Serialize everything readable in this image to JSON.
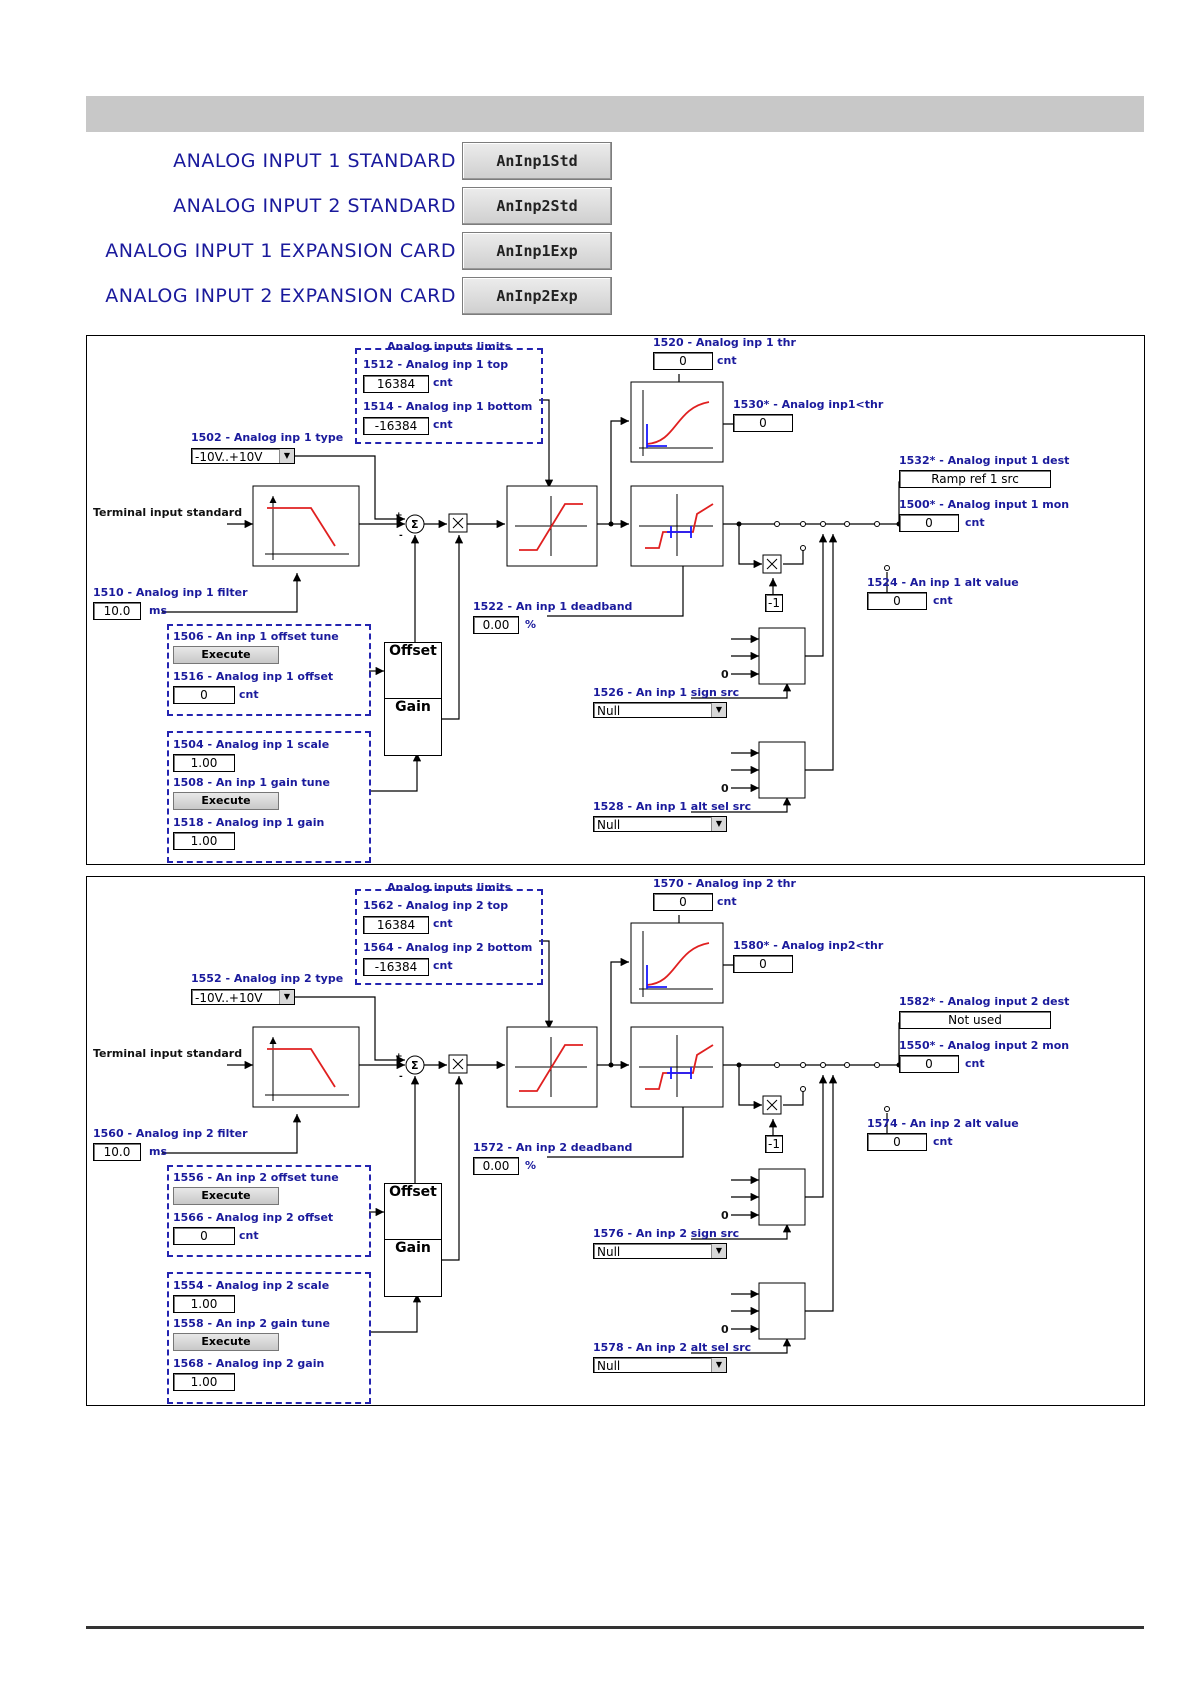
{
  "nav": [
    {
      "label": "ANALOG INPUT 1 STANDARD",
      "button": "AnInp1Std"
    },
    {
      "label": "ANALOG INPUT 2 STANDARD",
      "button": "AnInp2Std"
    },
    {
      "label": "ANALOG INPUT 1 EXPANSION CARD",
      "button": "AnInp1Exp"
    },
    {
      "label": "ANALOG INPUT 2 EXPANSION CARD",
      "button": "AnInp2Exp"
    }
  ],
  "colors": {
    "signal_line": "#000000",
    "curve": "#e02020",
    "deadband": "#1a1aff",
    "label": "#1a1a9c",
    "dashed_border": "#2424b0"
  },
  "panels": [
    {
      "limits_title": "Analog inputs limits",
      "top_label": "1512 - Analog inp 1 top",
      "top_value": "16384",
      "top_unit": "cnt",
      "bottom_label": "1514 - Analog inp 1 bottom",
      "bottom_value": "-16384",
      "bottom_unit": "cnt",
      "type_label": "1502 - Analog inp 1 type",
      "type_value": "-10V..+10V",
      "terminal_label": "Terminal input standard",
      "filter_label": "1510 - Analog inp 1 filter",
      "filter_value": "10.0",
      "filter_unit": "ms",
      "offset_tune_label": "1506 - An inp 1 offset tune",
      "execute": "Execute",
      "offset_label": "1516 - Analog inp 1 offset",
      "offset_value": "0",
      "offset_unit": "cnt",
      "scale_label": "1504 - Analog inp 1 scale",
      "scale_value": "1.00",
      "gain_tune_label": "1508 - An inp 1 gain tune",
      "gain_label": "1518 - Analog inp 1 gain",
      "gain_value": "1.00",
      "offset_block": "Offset",
      "gain_block": "Gain",
      "sigma": "Σ",
      "plus": "+",
      "minus": "-",
      "deadband_label": "1522 - An inp 1 deadband",
      "deadband_value": "0.00",
      "deadband_unit": "%",
      "thr_label": "1520 - Analog inp 1 thr",
      "thr_value": "0",
      "thr_unit": "cnt",
      "thr_out_label": "1530* - Analog inp1<thr",
      "thr_out_value": "0",
      "dest_label": "1532* - Analog input 1 dest",
      "dest_value": "Ramp ref 1 src",
      "mon_label": "1500* - Analog input 1 mon",
      "mon_value": "0",
      "mon_unit": "cnt",
      "alt_label": "1524 - An inp 1 alt value",
      "alt_value": "0",
      "alt_unit": "cnt",
      "neg_one": "-1",
      "zero": "0",
      "sign_src_label": "1526 - An inp 1 sign src",
      "sign_src_value": "Null",
      "alt_sel_label": "1528 - An inp 1 alt sel src",
      "alt_sel_value": "Null"
    },
    {
      "limits_title": "Analog inputs limits",
      "top_label": "1562 - Analog inp 2 top",
      "top_value": "16384",
      "top_unit": "cnt",
      "bottom_label": "1564 - Analog inp 2 bottom",
      "bottom_value": "-16384",
      "bottom_unit": "cnt",
      "type_label": "1552 - Analog inp 2 type",
      "type_value": "-10V..+10V",
      "terminal_label": "Terminal input standard",
      "filter_label": "1560 - Analog inp 2 filter",
      "filter_value": "10.0",
      "filter_unit": "ms",
      "offset_tune_label": "1556 - An inp 2 offset tune",
      "execute": "Execute",
      "offset_label": "1566 - Analog inp 2 offset",
      "offset_value": "0",
      "offset_unit": "cnt",
      "scale_label": "1554 - Analog inp 2 scale",
      "scale_value": "1.00",
      "gain_tune_label": "1558 - An inp 2 gain tune",
      "gain_label": "1568 - Analog inp 2 gain",
      "gain_value": "1.00",
      "offset_block": "Offset",
      "gain_block": "Gain",
      "sigma": "Σ",
      "plus": "+",
      "minus": "-",
      "deadband_label": "1572 - An inp 2 deadband",
      "deadband_value": "0.00",
      "deadband_unit": "%",
      "thr_label": "1570 - Analog inp 2 thr",
      "thr_value": "0",
      "thr_unit": "cnt",
      "thr_out_label": "1580* - Analog inp2<thr",
      "thr_out_value": "0",
      "dest_label": "1582* - Analog input 2 dest",
      "dest_value": "Not used",
      "mon_label": "1550* - Analog input 2 mon",
      "mon_value": "0",
      "mon_unit": "cnt",
      "alt_label": "1574 - An inp 2 alt value",
      "alt_value": "0",
      "alt_unit": "cnt",
      "neg_one": "-1",
      "zero": "0",
      "sign_src_label": "1576 - An inp 2 sign src",
      "sign_src_value": "Null",
      "alt_sel_label": "1578 - An inp 2 alt sel src",
      "alt_sel_value": "Null"
    }
  ]
}
